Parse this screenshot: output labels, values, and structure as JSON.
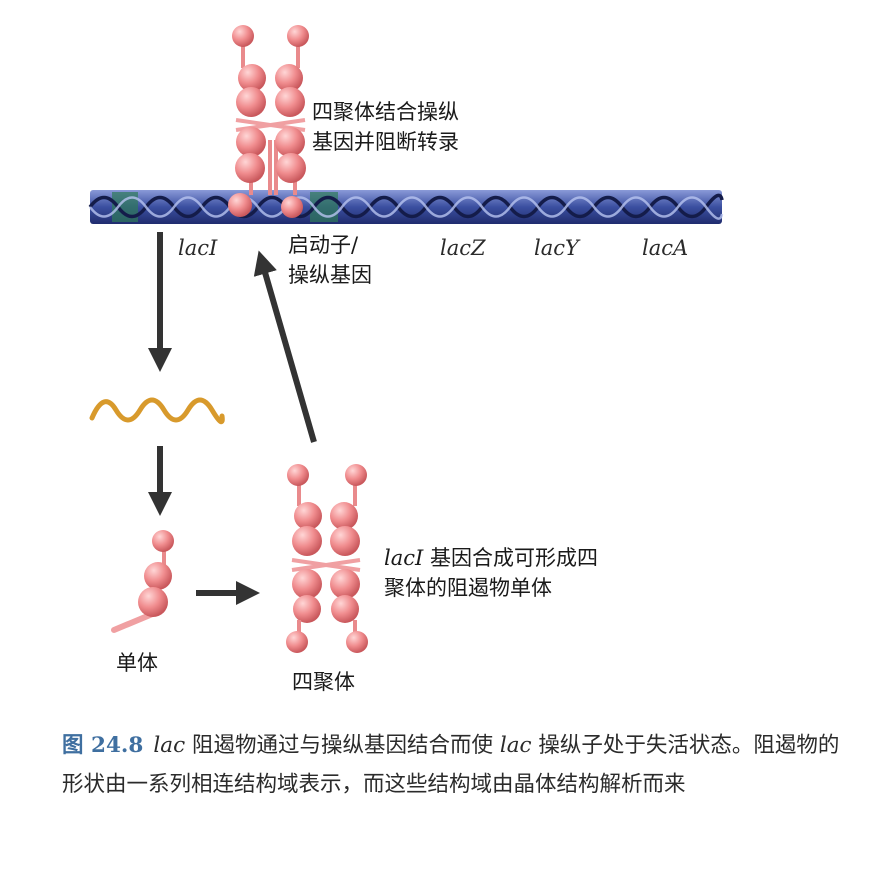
{
  "labels": {
    "tetramer_binding": [
      "四聚体结合操纵",
      "基因并阻断转录"
    ],
    "promoter_operator": [
      "启动子/",
      "操纵基因"
    ],
    "monomer_formation": [
      "基因合成可形成四",
      "聚体的阻遏物单体"
    ],
    "monomer": "单体",
    "tetramer": "四聚体"
  },
  "genes": {
    "lacI": "lacI",
    "lacZ": "lacZ",
    "lacY": "lacY",
    "lacA": "lacA",
    "lacI_inline": "lacI"
  },
  "caption": {
    "figure_label": "图",
    "figure_number": "24.8",
    "lac_1": "lac",
    "part_1": " 阻遏物通过与操纵基因结合而使 ",
    "lac_2": "lac",
    "part_2": " 操纵子处于失活状态。阻遏物的形状由一系列相连结构域表示，而这些结构域由晶体结构解析而来"
  },
  "colors": {
    "dna_blue": "#3b4fa0",
    "dna_green_segment": "#2f7a5a",
    "repressor_pink": "#f08c8e",
    "mrna_orange": "#d89a2c",
    "arrow": "#333333",
    "caption_accent": "#3f6fa0"
  }
}
